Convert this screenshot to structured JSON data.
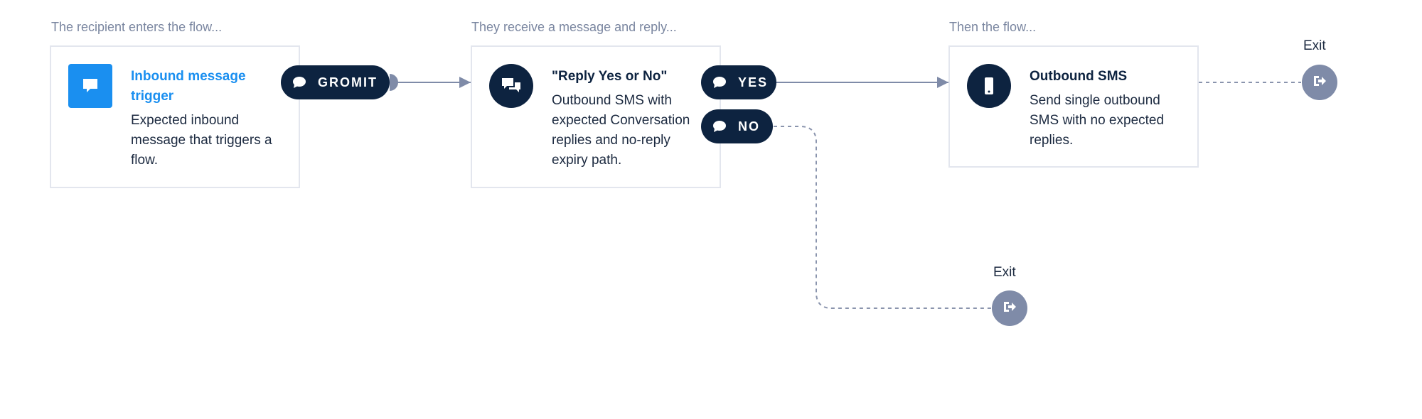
{
  "captions": {
    "enter": "The recipient enters the flow...",
    "receive": "They receive a message and reply...",
    "then": "Then the flow..."
  },
  "nodes": {
    "inbound": {
      "title": "Inbound message trigger",
      "description": "Expected inbound message that triggers a flow.",
      "icon": "chat-bubble-icon",
      "trigger_keyword": "GROMIT"
    },
    "reply": {
      "title": "\"Reply Yes or No\"",
      "description": "Outbound SMS with expected Conversation replies and no-reply expiry path.",
      "icon": "conversation-icon",
      "options": {
        "yes": "YES",
        "no": "NO"
      }
    },
    "outbound": {
      "title": "Outbound SMS",
      "description": "Send single outbound SMS with no expected replies.",
      "icon": "mobile-phone-icon"
    }
  },
  "exits": {
    "top": "Exit",
    "bottom": "Exit"
  },
  "colors": {
    "navy": "#0d2340",
    "blue": "#1a8ff0",
    "exit_gray": "#7f8ba8",
    "connector": "#7f8ba8",
    "card_border": "#e3e6ee",
    "caption": "#7a86a0"
  }
}
